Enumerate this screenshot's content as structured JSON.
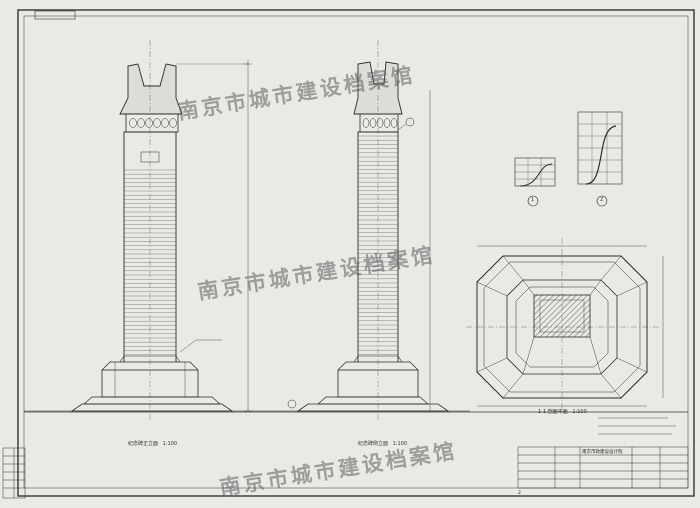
{
  "watermark": {
    "text": "南京市城市建设档案馆"
  },
  "views": {
    "front": {
      "caption": "纪念碑正立面",
      "scale": "1:100"
    },
    "side": {
      "caption": "纪念碑侧立面",
      "scale": "1:100"
    },
    "plan": {
      "caption": "1-1 剖面平面",
      "scale": "1:100"
    }
  },
  "details": {
    "detail_1": {
      "label": "1"
    },
    "detail_2": {
      "label": "2"
    }
  },
  "title_block": {
    "organization": "南京市政建设设计院",
    "drawing_no": "2"
  },
  "colors": {
    "paper": "#e9e9e6",
    "ink": "#2a2a2a",
    "watermark": "#6e6e6e"
  }
}
